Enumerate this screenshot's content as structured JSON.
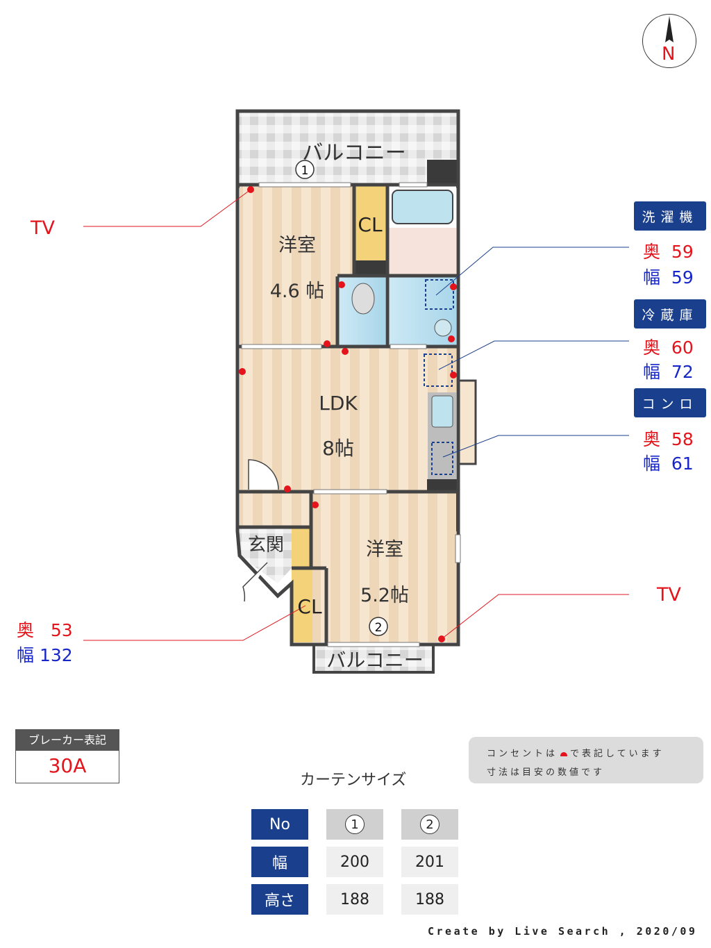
{
  "compass": {
    "label": "N"
  },
  "rooms": {
    "balcony1": "バルコニー",
    "balcony2": "バルコニー",
    "western1": "洋室",
    "western1_size": "4.6 帖",
    "closet1": "CL",
    "closet2": "CL",
    "ldk": "LDK",
    "ldk_size": "8帖",
    "western2": "洋室",
    "western2_size": "5.2帖",
    "entrance": "玄関",
    "curtain1": "1",
    "curtain2": "2"
  },
  "labels": {
    "tv_left": "TV",
    "tv_right": "TV",
    "closet_depth_label": "奥",
    "closet_depth": "53",
    "closet_width_label": "幅",
    "closet_width": "132"
  },
  "appliances": [
    {
      "name": "洗濯機",
      "depth_label": "奥",
      "depth": "59",
      "width_label": "幅",
      "width": "59"
    },
    {
      "name": "冷蔵庫",
      "depth_label": "奥",
      "depth": "60",
      "width_label": "幅",
      "width": "72"
    },
    {
      "name": "コンロ",
      "depth_label": "奥",
      "depth": "58",
      "width_label": "幅",
      "width": "61"
    }
  ],
  "breaker": {
    "title": "ブレーカー表記",
    "value": "30A"
  },
  "notes": {
    "line1a": "コンセントは",
    "line1b": "で表記しています",
    "line2": "寸法は目安の数値です"
  },
  "curtain": {
    "title": "カーテンサイズ",
    "headers": [
      "No",
      "1",
      "2"
    ],
    "rows": [
      [
        "幅",
        "200",
        "201"
      ],
      [
        "高さ",
        "188",
        "188"
      ]
    ]
  },
  "colors": {
    "outlet": "#e3141c",
    "header": "#1a3f8c"
  },
  "footer": "Create by Live Search , 2020/09"
}
